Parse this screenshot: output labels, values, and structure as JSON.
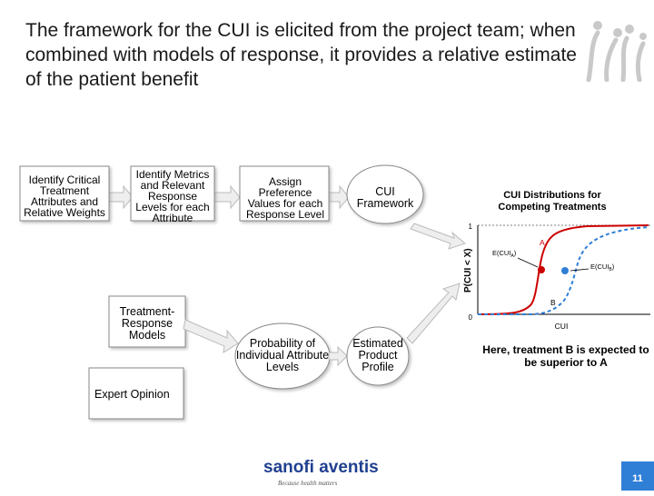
{
  "slide": {
    "title": "The framework for the CUI is elicited from the project team; when combined with models of response, it provides a relative estimate of the patient benefit",
    "page_number": "11"
  },
  "flow": {
    "step1": "Identify Critical Treatment Attributes and Relative Weights",
    "step2": "Identify Metrics and Relevant Response Levels for each Attribute",
    "step3": "Assign Preference Values for each Response Level",
    "cui_framework": "CUI Framework",
    "treatment_models": "Treatment-Response Models",
    "expert_opinion": "Expert Opinion",
    "probability": "Probability of Individual Attribute Levels",
    "estimated_profile": "Estimated Product Profile"
  },
  "chart_data": {
    "type": "line",
    "title": "CUI Distributions for Competing Treatments",
    "xlabel": "CUI",
    "ylabel": "P(CUI < X)",
    "yticks": [
      "0",
      "1"
    ],
    "series": [
      {
        "name": "A",
        "color": "#cc0000",
        "style": "solid"
      },
      {
        "name": "B",
        "color": "#2f7fd6",
        "style": "dashed"
      }
    ],
    "annotations": [
      "E(CUIA)",
      "E(CUIB)"
    ],
    "note": "Here, treatment B is expected to be superior to A"
  },
  "footer": {
    "brand": "sanofi aventis",
    "tagline": "Because health matters"
  },
  "colors": {
    "accent_blue": "#2f7fd6",
    "accent_red": "#cc0000",
    "arrow_grey": "#e6e6e6"
  }
}
